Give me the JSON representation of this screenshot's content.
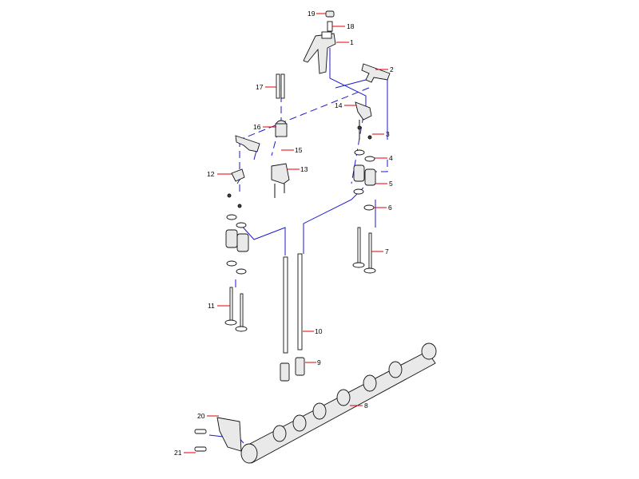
{
  "diagram": {
    "callouts": [
      {
        "id": "p1",
        "label": "1"
      },
      {
        "id": "p2",
        "label": "2"
      },
      {
        "id": "p3",
        "label": "3"
      },
      {
        "id": "p4",
        "label": "4"
      },
      {
        "id": "p5",
        "label": "5"
      },
      {
        "id": "p6",
        "label": "6"
      },
      {
        "id": "p7",
        "label": "7"
      },
      {
        "id": "p8",
        "label": "8"
      },
      {
        "id": "p9",
        "label": "9"
      },
      {
        "id": "p10",
        "label": "10"
      },
      {
        "id": "p11",
        "label": "11"
      },
      {
        "id": "p12",
        "label": "12"
      },
      {
        "id": "p13",
        "label": "13"
      },
      {
        "id": "p14",
        "label": "14"
      },
      {
        "id": "p15",
        "label": "15"
      },
      {
        "id": "p16",
        "label": "16"
      },
      {
        "id": "p17",
        "label": "17"
      },
      {
        "id": "p18",
        "label": "18"
      },
      {
        "id": "p19",
        "label": "19"
      },
      {
        "id": "p20",
        "label": "20"
      },
      {
        "id": "p21",
        "label": "21"
      }
    ],
    "colors": {
      "leader": "#e00000",
      "guide": "#1a1ad0",
      "part_outline": "#111111"
    }
  }
}
